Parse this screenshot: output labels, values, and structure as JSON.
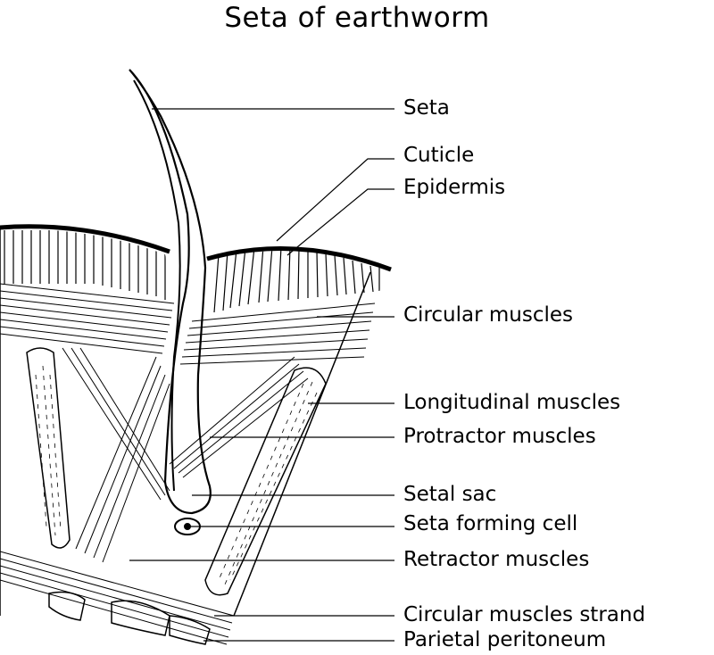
{
  "title": "Seta of earthworm",
  "labels": {
    "seta": "Seta",
    "cuticle": "Cuticle",
    "epidermis": "Epidermis",
    "circular_muscles": "Circular  muscles",
    "longitudinal_muscles": "Longitudinal  muscles",
    "protractor_muscles": "Protractor  muscles",
    "setal_sac": "Setal  sac",
    "seta_forming_cell": "Seta  forming  cell",
    "retractor_muscles": "Retractor  muscles",
    "circular_muscles_strand": "Circular  muscles  strand",
    "parietal_peritoneum": "Parietal  peritoneum"
  }
}
